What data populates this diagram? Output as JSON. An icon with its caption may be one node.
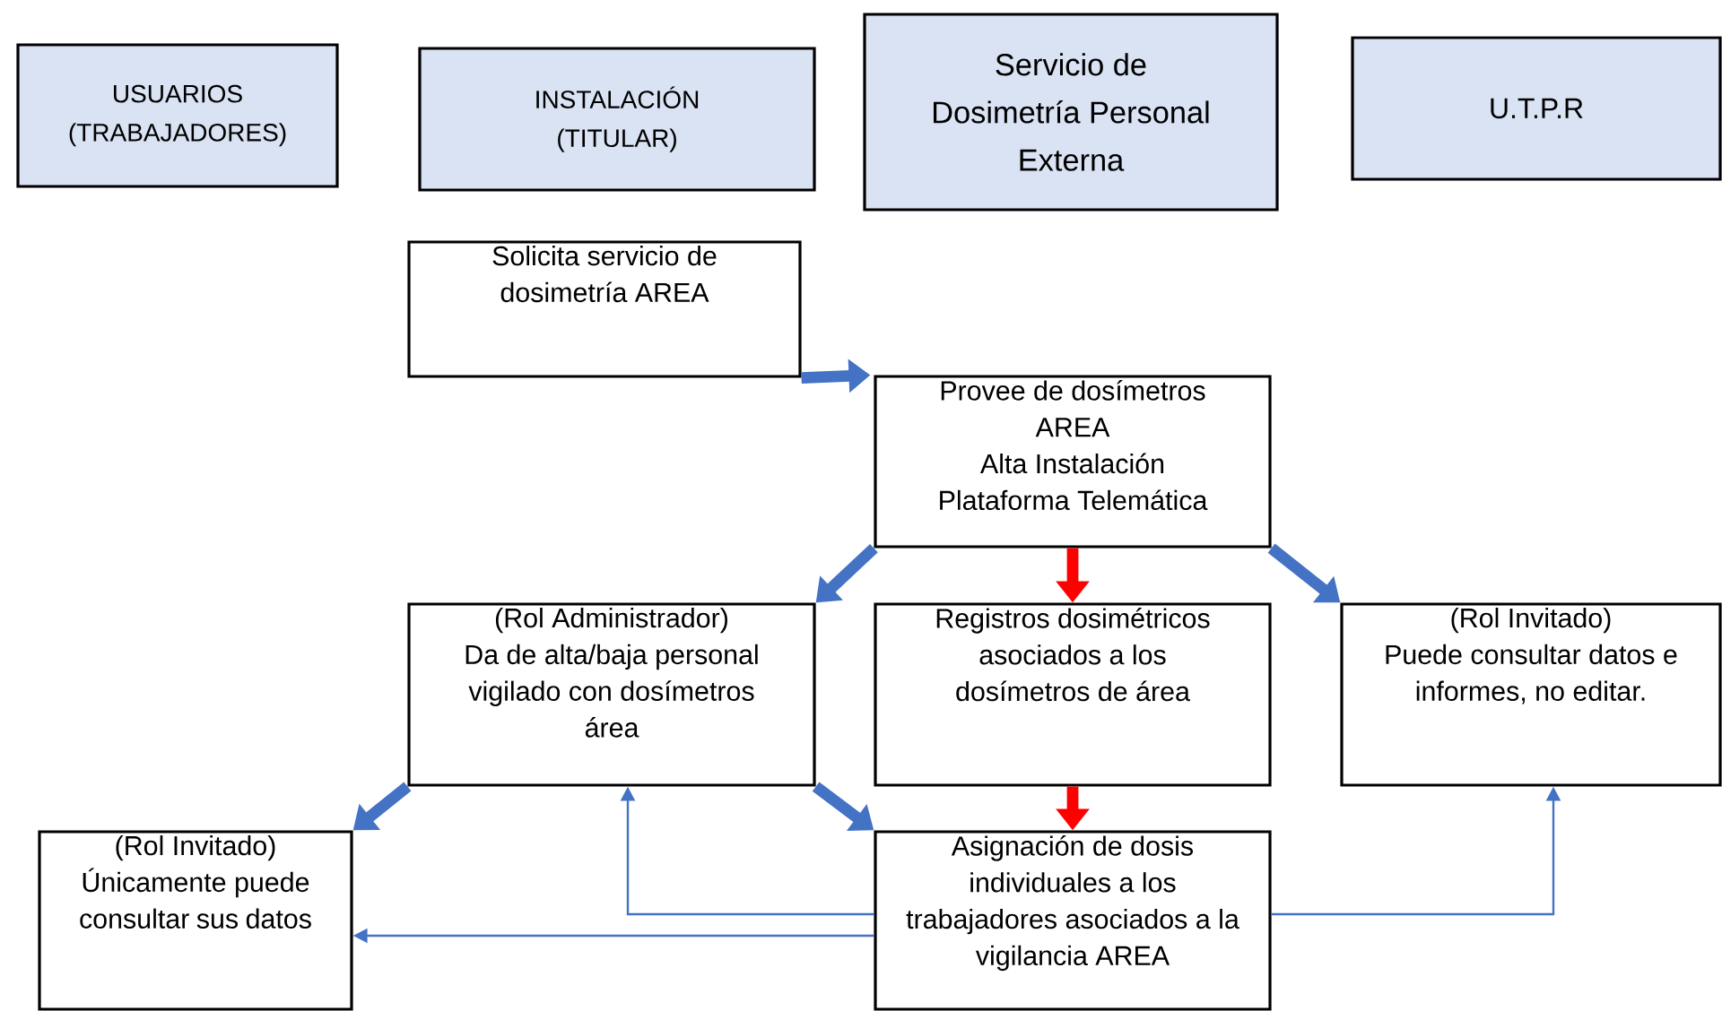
{
  "diagram": {
    "nodes": [
      {
        "text": [
          "USUARIOS (TRABAJADORES)"
        ]
      },
      {
        "text": [
          "INSTALACIÓN (TITULAR)"
        ]
      },
      {
        "text": [
          "Servicio de Dosimetría Personal Externa"
        ]
      },
      {
        "text": [
          "U.T.P.R"
        ]
      },
      {
        "text": [
          "Solicita servicio de dosimetría AREA"
        ]
      },
      {
        "text": [
          "Provee de dosímetros AREA",
          "Alta Instalación",
          "Plataforma Telemática"
        ]
      },
      {
        "text": [
          "(Rol Administrador)",
          "Da de alta/baja personal vigilado con dosímetros área"
        ]
      },
      {
        "text": [
          "Registros dosimétricos asociados a los dosímetros de área"
        ]
      },
      {
        "text": [
          "(Rol Invitado)",
          "Puede consultar datos e informes, no editar."
        ]
      },
      {
        "text": [
          "(Rol Invitado)",
          "Únicamente puede consultar sus datos"
        ]
      },
      {
        "text": [
          "Asignación de dosis individuales a los trabajadores asociados a la vigilancia AREA"
        ]
      }
    ],
    "edges": [
      {
        "from": 4,
        "to": 5,
        "arrow": "to"
      },
      {
        "from": 5,
        "to": 6,
        "arrow": "to"
      },
      {
        "from": 5,
        "to": 7,
        "arrow": "to",
        "color": "#ff0000"
      },
      {
        "from": 5,
        "to": 8,
        "arrow": "to"
      },
      {
        "from": 6,
        "to": 9,
        "arrow": "to"
      },
      {
        "from": 6,
        "to": 10,
        "arrow": "to"
      },
      {
        "from": 7,
        "to": 10,
        "arrow": "to",
        "color": "#ff0000"
      },
      {
        "from": 10,
        "to": 6,
        "arrow": "to"
      },
      {
        "from": 10,
        "to": 9,
        "arrow": "to"
      },
      {
        "from": 10,
        "to": 8,
        "arrow": "to"
      }
    ]
  }
}
